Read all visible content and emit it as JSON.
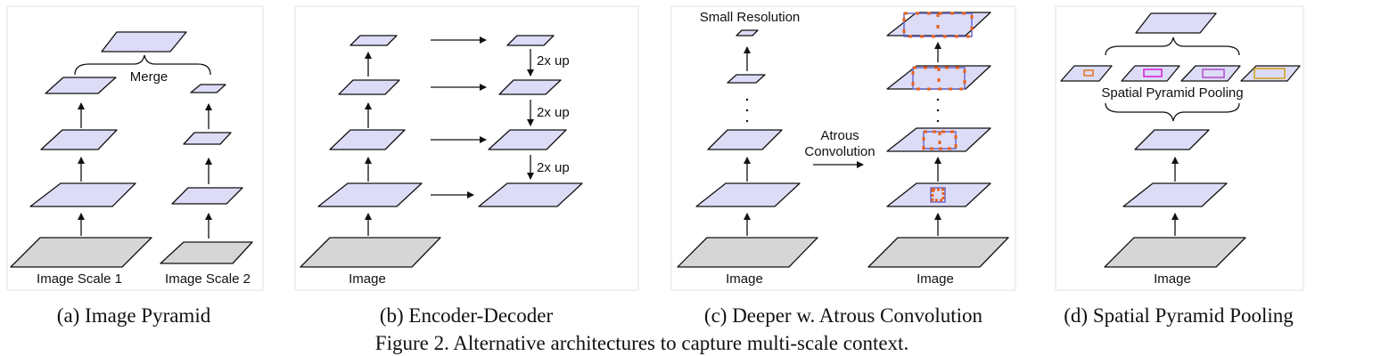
{
  "panels": {
    "a": {
      "caption": "(a) Image Pyramid",
      "merge_label": "Merge",
      "scale1_label": "Image Scale 1",
      "scale2_label": "Image Scale 2"
    },
    "b": {
      "caption": "(b) Encoder-Decoder",
      "image_label": "Image",
      "up_labels": [
        "2x up",
        "2x up",
        "2x up"
      ]
    },
    "c": {
      "caption": "(c) Deeper w. Atrous Convolution",
      "small_res_label": "Small Resolution",
      "atrous_label_line1": "Atrous",
      "atrous_label_line2": "Convolution",
      "image_label_left": "Image",
      "image_label_right": "Image"
    },
    "d": {
      "caption": "(d) Spatial Pyramid Pooling",
      "spp_label": "Spatial Pyramid Pooling",
      "image_label": "Image",
      "pool_colors": [
        "#e8701a",
        "#d81bd8",
        "#b24cc9",
        "#d4a010"
      ]
    }
  },
  "figure_caption": "Figure 2. Alternative architectures to capture multi-scale context.",
  "colors": {
    "feature_fill": "#dcdcf7",
    "image_fill": "#d6d6d6",
    "atrous_dots": "#e8601a",
    "atrous_box": "#6a6ad0"
  }
}
